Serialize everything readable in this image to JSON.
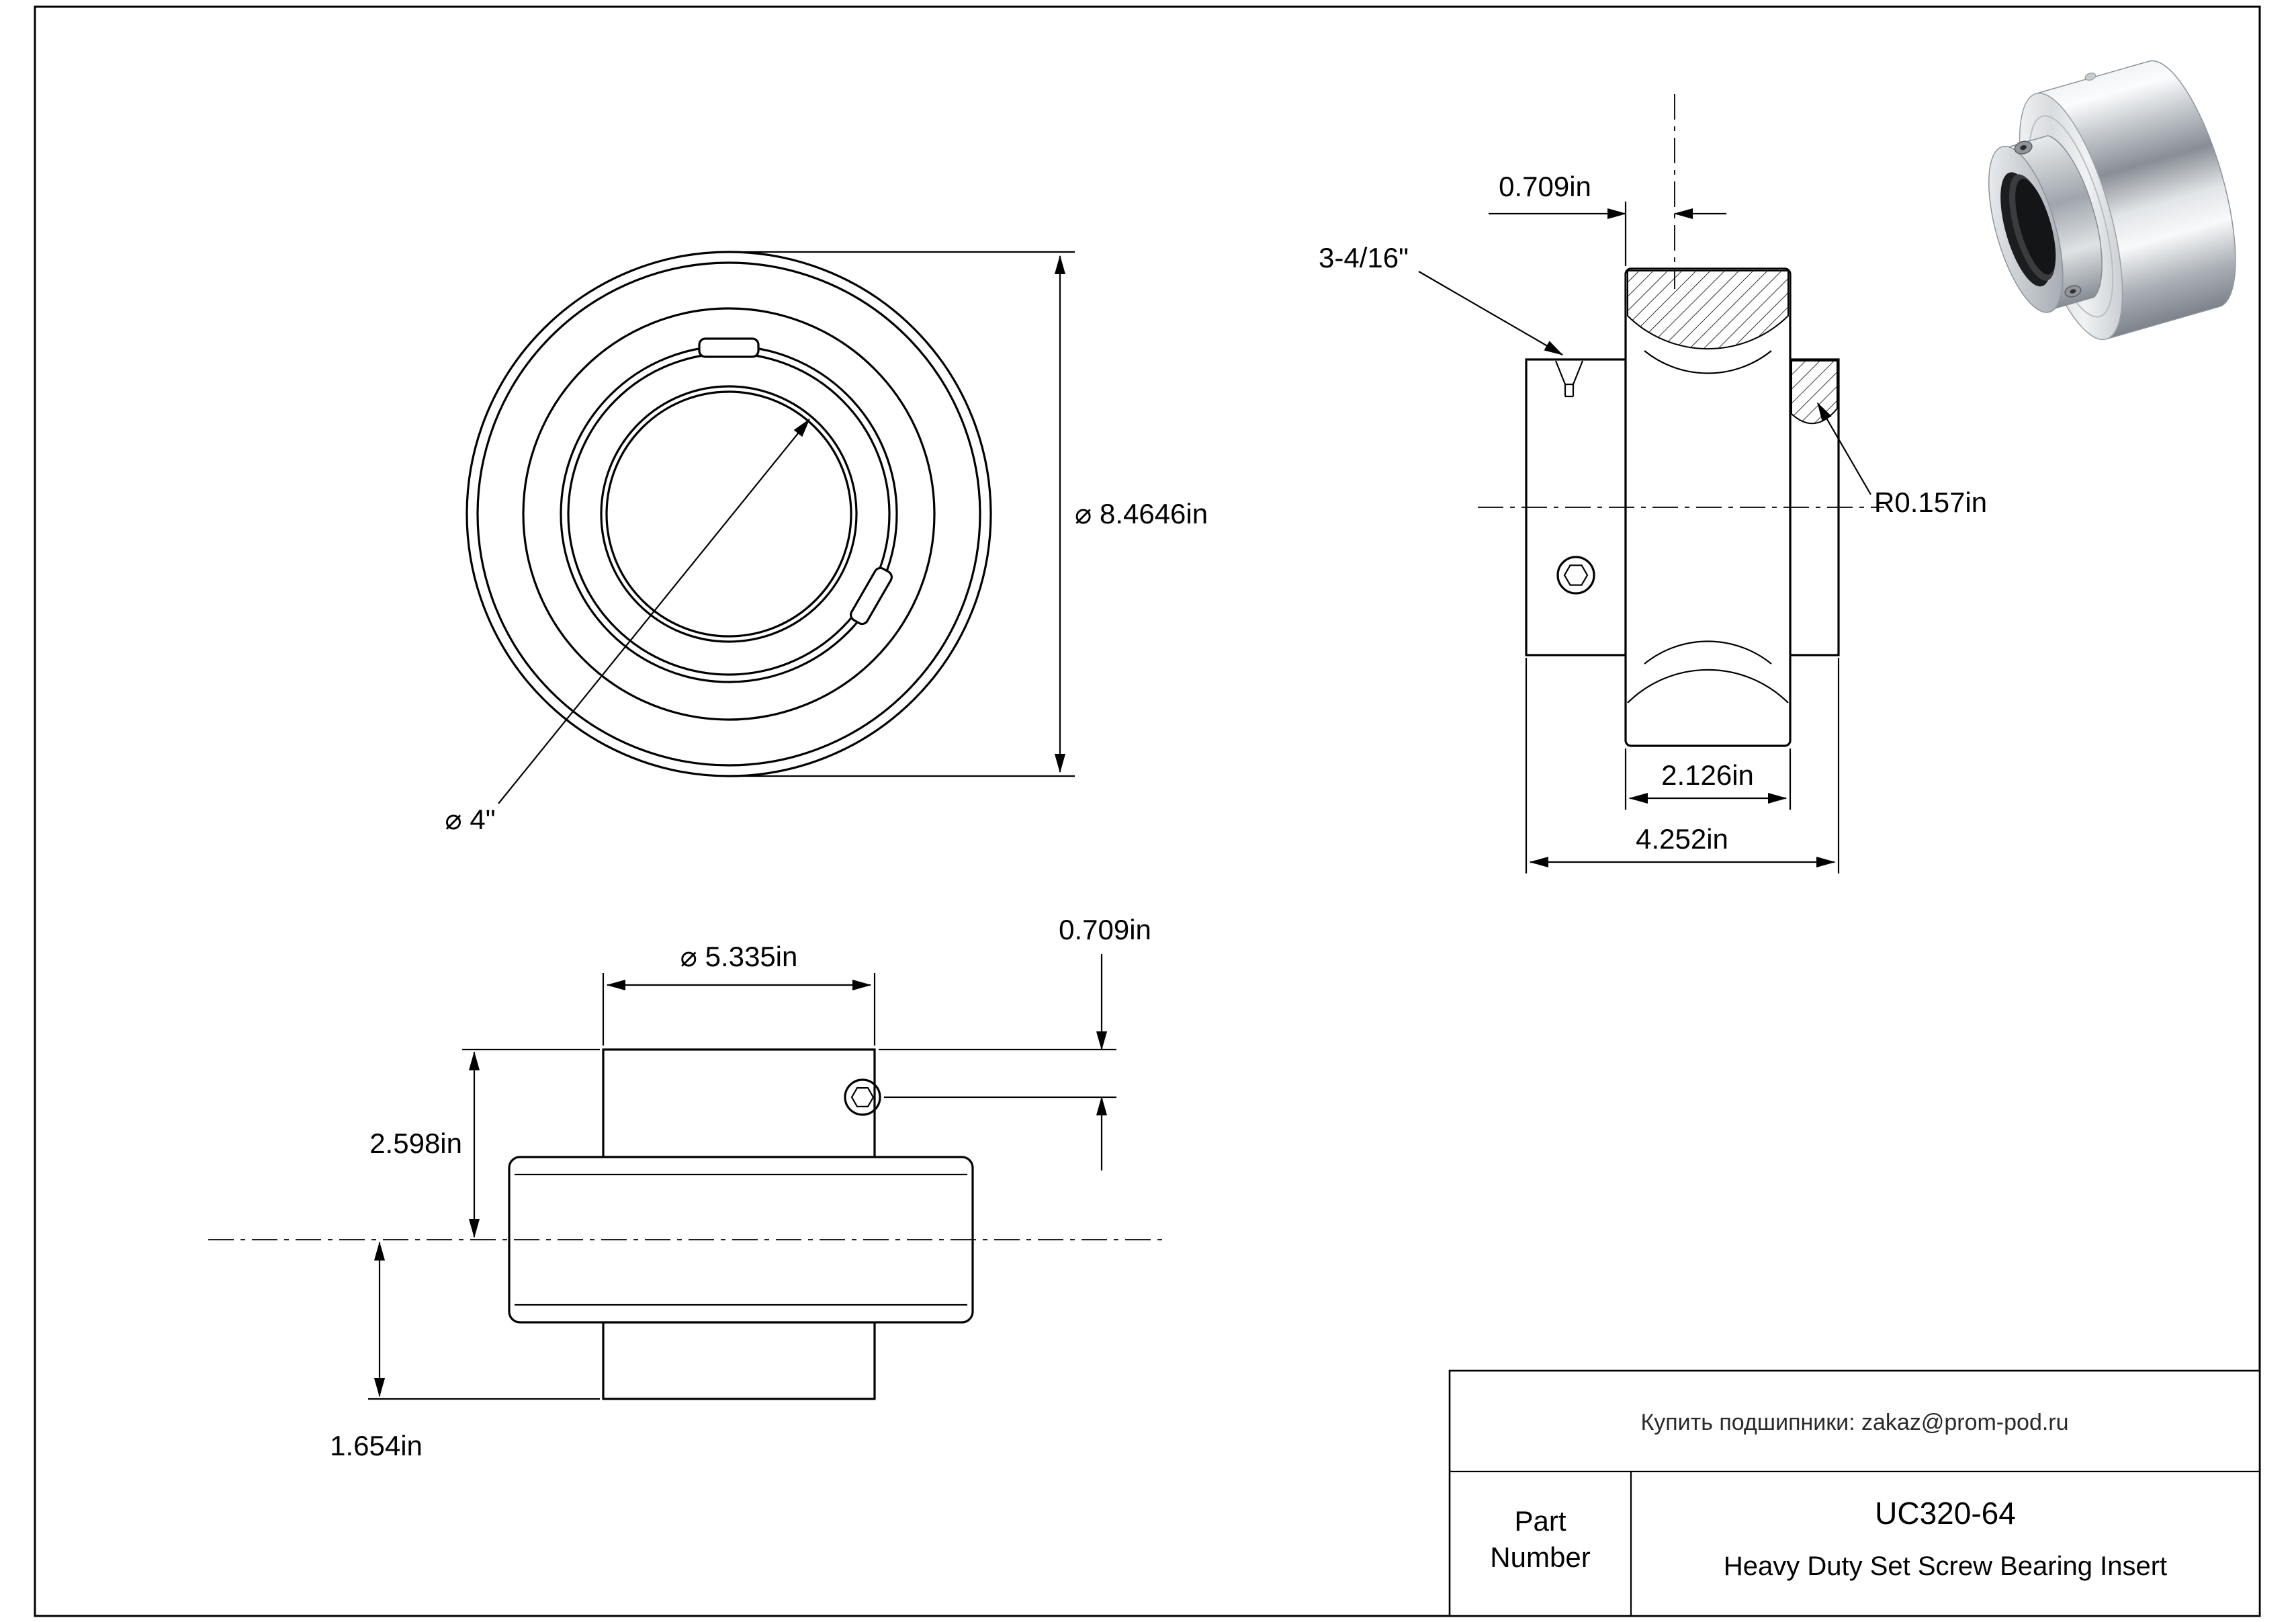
{
  "front_view": {
    "outer_diameter": "⌀ 8.4646in",
    "bore_diameter": "⌀ 4\""
  },
  "section_view": {
    "screw_offset": "0.709in",
    "set_screw_size": "3-4/16\"",
    "fillet_radius": "R0.157in",
    "outer_ring_width": "2.126in",
    "total_width": "4.252in"
  },
  "side_view": {
    "collar_diameter": "⌀ 5.335in",
    "screw_offset": "0.709in",
    "center_to_collar_face": "2.598in",
    "center_to_base_face": "1.654in"
  },
  "title_block": {
    "vendor_note": "Купить подшипники: zakaz@prom-pod.ru",
    "part_label_line1": "Part",
    "part_label_line2": "Number",
    "part_number": "UC320-64",
    "description": "Heavy Duty Set Screw Bearing Insert"
  }
}
